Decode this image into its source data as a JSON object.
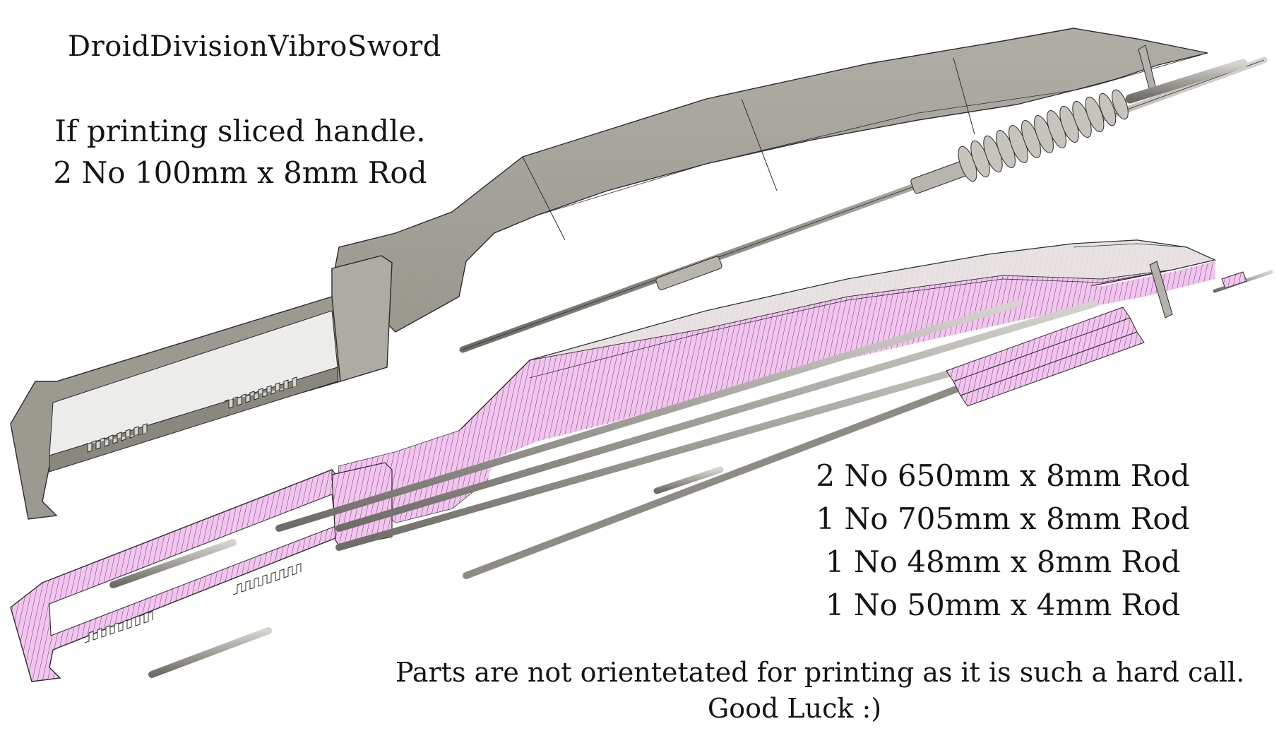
{
  "title": "DroidDivisionVibroSword",
  "sliced_handle_note": {
    "line1": "If printing sliced handle.",
    "line2": "2 No 100mm x 8mm Rod"
  },
  "rod_list": [
    "2 No 650mm x 8mm Rod",
    "1 No 705mm x 8mm Rod",
    "1 No 48mm x 8mm Rod",
    "1 No 50mm x 4mm Rod"
  ],
  "footer": {
    "line1": "Parts are not orientetated for printing as it is such a hard call.",
    "line2": "Good Luck :)"
  },
  "colors": {
    "background": "#ffffff",
    "model_gray": "#a19e97",
    "model_dark": "#8d8a83",
    "section_pink": "#f3c4f0",
    "hatch_line": "#5c4a5a",
    "edge": "#2c2c2c",
    "rod": "#9c9994"
  }
}
